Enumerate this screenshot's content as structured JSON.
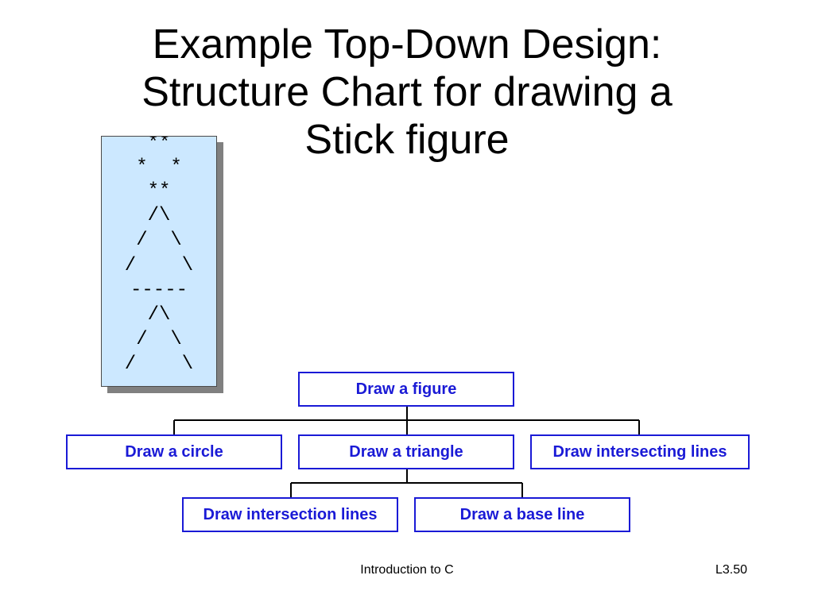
{
  "slide": {
    "title_lines": [
      "Example Top-Down Design:",
      "Structure Chart for drawing a",
      "Stick figure"
    ],
    "figure_lines": [
      "**",
      "*  *",
      "**",
      "/\\",
      "/  \\",
      "/    \\",
      "-----",
      "/\\",
      "/  \\",
      "/    \\"
    ],
    "chart": {
      "root": "Draw a figure",
      "level1": [
        "Draw a circle",
        "Draw a triangle",
        "Draw intersecting lines"
      ],
      "level2": [
        "Draw intersection lines",
        "Draw a base line"
      ]
    },
    "footer": {
      "center": "Introduction to C",
      "right": "L3.50"
    }
  }
}
